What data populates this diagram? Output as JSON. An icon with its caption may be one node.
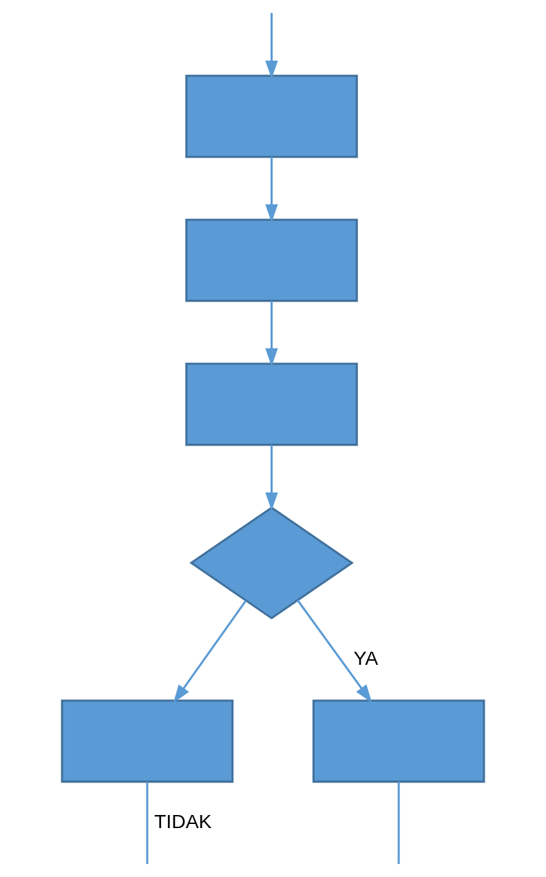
{
  "diagram": {
    "nodes": [
      {
        "text": [],
        "shape": "box"
      },
      {
        "text": [],
        "shape": "box"
      },
      {
        "text": [],
        "shape": "box"
      },
      {
        "text": [],
        "shape": "diamond"
      },
      {
        "text": [],
        "shape": "box"
      },
      {
        "text": [],
        "shape": "box"
      }
    ],
    "edges": [
      {
        "from": null,
        "to": 0,
        "arrow": "to"
      },
      {
        "from": 0,
        "to": 1,
        "arrow": "to"
      },
      {
        "from": 1,
        "to": 2,
        "arrow": "to"
      },
      {
        "from": 2,
        "to": 3,
        "arrow": "to"
      },
      {
        "from": 3,
        "to": 4,
        "arrow": "to"
      },
      {
        "from": 3,
        "to": 5,
        "arrow": "to",
        "label": "YA"
      },
      {
        "from": 4,
        "to": null,
        "arrow": "none",
        "label": "TIDAK"
      },
      {
        "from": 5,
        "to": null,
        "arrow": "none"
      }
    ]
  }
}
